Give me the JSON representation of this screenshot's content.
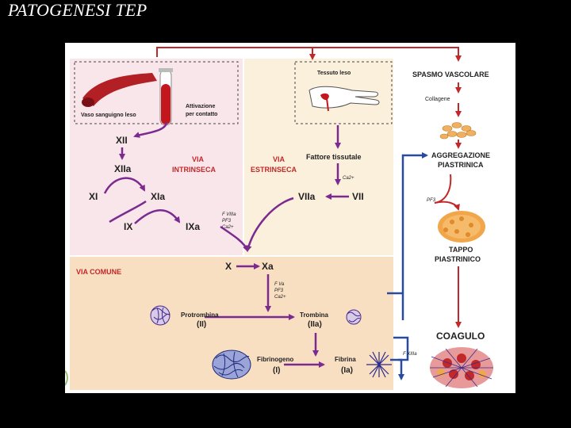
{
  "slide": {
    "title": "PATOGENESI TEP"
  },
  "diagram": {
    "top_left": {
      "vessel_label": "Vaso sanguigno leso",
      "activation_label": "Attivazione per contatto"
    },
    "top_mid": {
      "tissue_label": "Tessuto leso"
    },
    "right": {
      "spasm": "SPASMO VASCOLARE",
      "collagen": "Collagene",
      "aggregation_line1": "AGGREGAZIONE",
      "aggregation_line2": "PIASTRINICA",
      "pf3": "PF3",
      "plug_line1": "TAPPO",
      "plug_line2": "PIASTRINICO",
      "clot": "COAGULO",
      "f13": "F XIIIa"
    },
    "intrinsic": {
      "title_line1": "VIA",
      "title_line2": "INTRINSECA",
      "xii": "XII",
      "xiia": "XIIa",
      "xi": "XI",
      "xia": "XIa",
      "ix": "IX",
      "ixa": "IXa",
      "cofactor1": "F VIIIa",
      "cofactor2": "PF3",
      "cofactor3": "Ca2+"
    },
    "extrinsic": {
      "title_line1": "VIA",
      "title_line2": "ESTRINSECA",
      "tissue_factor": "Fattore tissutale",
      "ca": "Ca2+",
      "viia": "VIIa",
      "vii": "VII"
    },
    "common": {
      "title": "VIA COMUNE",
      "x": "X",
      "xa": "Xa",
      "cofactor1": "F Va",
      "cofactor2": "PF3",
      "cofactor3": "Ca2+",
      "prothrombin": "Protrombina",
      "prothrombin_num": "(II)",
      "thrombin": "Trombina",
      "thrombin_num": "(IIa)",
      "fibrinogen": "Fibrinogeno",
      "fibrinogen_num": "(I)",
      "fibrin": "Fibrina",
      "fibrin_num": "(Ia)"
    }
  },
  "colors": {
    "purple": "#7b2b8f",
    "blue": "#2a4aa0",
    "red": "#c0282a",
    "pink_bg": "#f9e6ea",
    "cream_bg": "#fbf0dc",
    "peach_bg": "#f8dfc2"
  }
}
